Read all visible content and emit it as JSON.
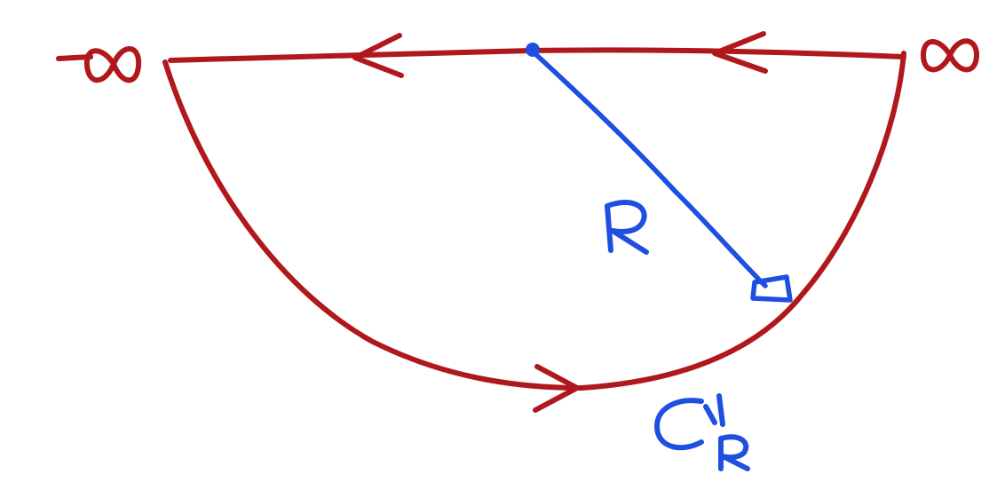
{
  "diagram": {
    "colors": {
      "contour": "#b0181c",
      "radius": "#1f4fe0",
      "background": "#ffffff"
    },
    "labels": {
      "neg_infinity": "-∞",
      "pos_infinity": "∞",
      "radius": "R",
      "contour_main": "C",
      "contour_prime": "′",
      "contour_sub": "R"
    }
  }
}
